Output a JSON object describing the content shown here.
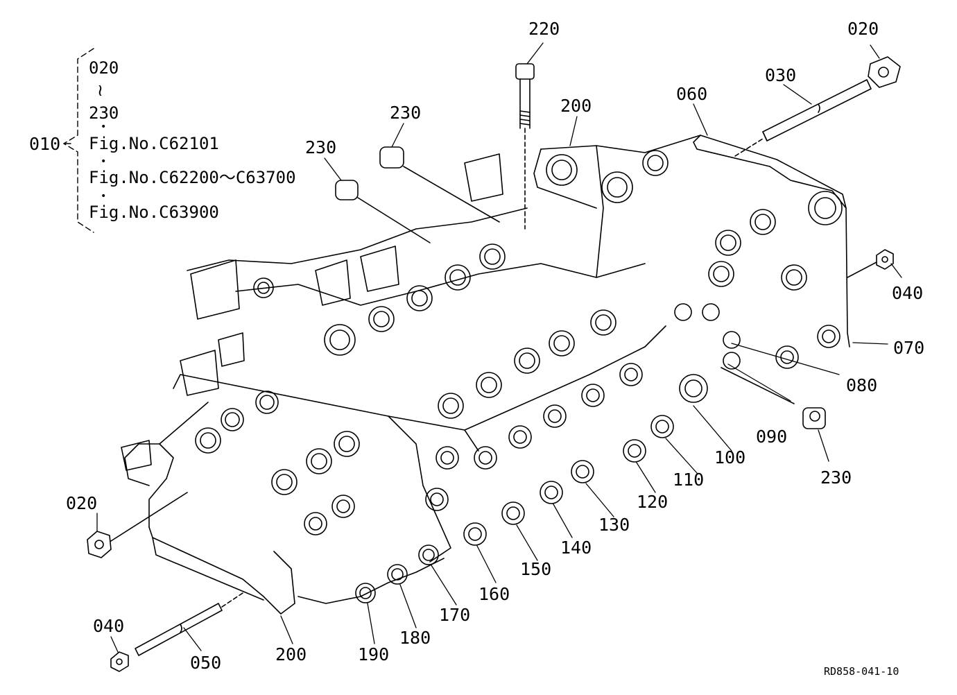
{
  "assembly": {
    "main_label": "010",
    "notes": [
      "020",
      "≀",
      "230",
      "Fig.No.C62101",
      "Fig.No.C62200～C63700",
      "Fig.No.C63900"
    ]
  },
  "callouts": {
    "c220": "220",
    "c020_top": "020",
    "c030": "030",
    "c060": "060",
    "c200_top": "200",
    "c230_a": "230",
    "c230_b": "230",
    "c040_right": "040",
    "c070": "070",
    "c080": "080",
    "c090": "090",
    "c230_right": "230",
    "c100": "100",
    "c110": "110",
    "c120": "120",
    "c130": "130",
    "c140": "140",
    "c150": "150",
    "c160": "160",
    "c170": "170",
    "c180": "180",
    "c190": "190",
    "c200_bottom": "200",
    "c020_left": "020",
    "c040_left": "040",
    "c050": "050"
  },
  "reference_code": "RD858-041-10"
}
